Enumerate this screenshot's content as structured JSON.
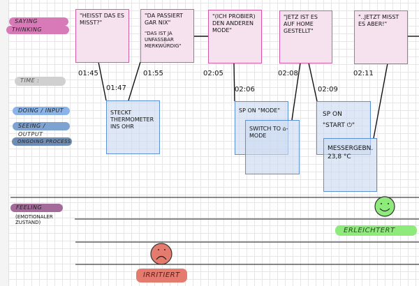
{
  "lanes": {
    "saying": "SAYING",
    "thinking": "THINKING",
    "time": "TIME  :",
    "doing": "DOING / INPUT",
    "seeing": "SEEING / OUTPUT",
    "ongoing": "ONGOING PROCESS",
    "feeling": "FEELING",
    "feeling_sub": "(EMOTIONALER ZUSTAND)"
  },
  "notes": [
    "\"HEISST DAS ES MISST?\"",
    "\"DA PASSIERT GAR NIX\"",
    "\"DAS IST JA UNFASSBAR MERKWÜRDIG\"",
    "\"(ICH PROBIER) DEN ANDEREN MODE\"",
    "\"JETZ IST ES AUF HOME GESTELLT\"",
    "\"..JETZT MISST ES ABER!\""
  ],
  "times": [
    "01:45",
    "01:47",
    "01:55",
    "02:05",
    "02:06",
    "02:08",
    "02:09",
    "02:11"
  ],
  "actions": [
    "STECKT THERMOMETER INS OHR",
    "SP ON \"MODE\"",
    "SWITCH TO ⌂-MODE",
    "SP ON \"START ⏻\"",
    "MESSERGEBN. 23,8 °C"
  ],
  "feelings": {
    "positive": "ERLEICHTERT",
    "negative": "IRRITIERT"
  },
  "colors": {
    "saying": "#d97ab8",
    "time": "#d0d0d0",
    "doing": "#8ab4e8",
    "seeing": "#7fa3d0",
    "ongoing": "#6e8db5",
    "feeling": "#a46a9a",
    "positive": "#8eea7a",
    "negative": "#e57b6e"
  }
}
